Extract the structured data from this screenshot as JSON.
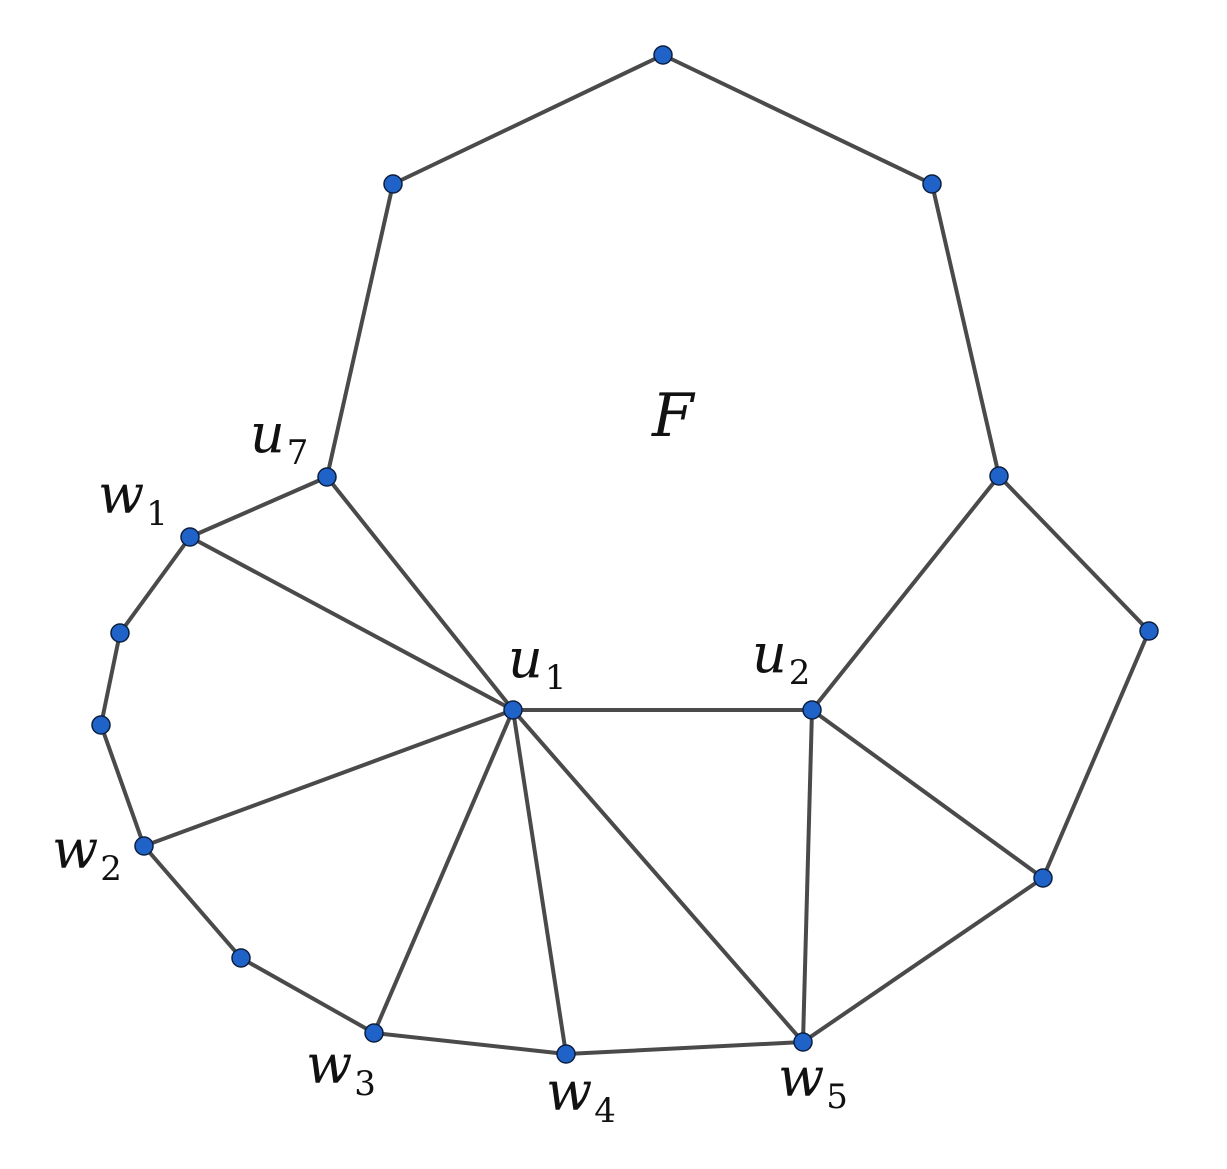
{
  "face_label": "F",
  "vertex_labels": {
    "u1": {
      "base": "u",
      "sub": "1"
    },
    "u2": {
      "base": "u",
      "sub": "2"
    },
    "u7": {
      "base": "u",
      "sub": "7"
    },
    "w1": {
      "base": "w",
      "sub": "1"
    },
    "w2": {
      "base": "w",
      "sub": "2"
    },
    "w3": {
      "base": "w",
      "sub": "3"
    },
    "w4": {
      "base": "w",
      "sub": "4"
    },
    "w5": {
      "base": "w",
      "sub": "5"
    }
  },
  "colors": {
    "vertex": "#1f63c9",
    "edge": "#4a4a4a"
  }
}
